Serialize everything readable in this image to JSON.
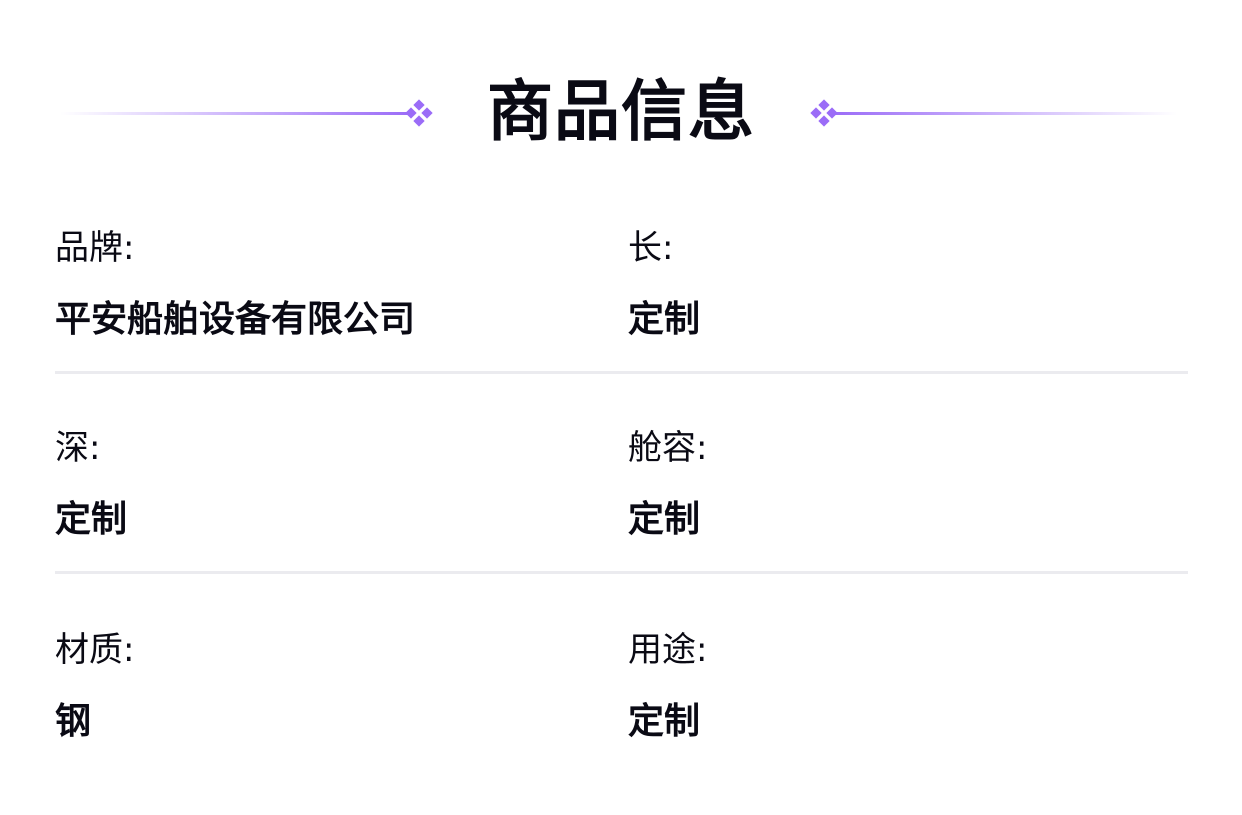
{
  "title": "商品信息",
  "accent": "#9b6cf7",
  "rows": [
    [
      {
        "label": "品牌:",
        "value": "平安船舶设备有限公司"
      },
      {
        "label": "长:",
        "value": "定制"
      }
    ],
    [
      {
        "label": "深:",
        "value": "定制"
      },
      {
        "label": "舱容:",
        "value": "定制"
      }
    ],
    [
      {
        "label": "材质:",
        "value": "钢"
      },
      {
        "label": "用途:",
        "value": "定制"
      }
    ]
  ]
}
